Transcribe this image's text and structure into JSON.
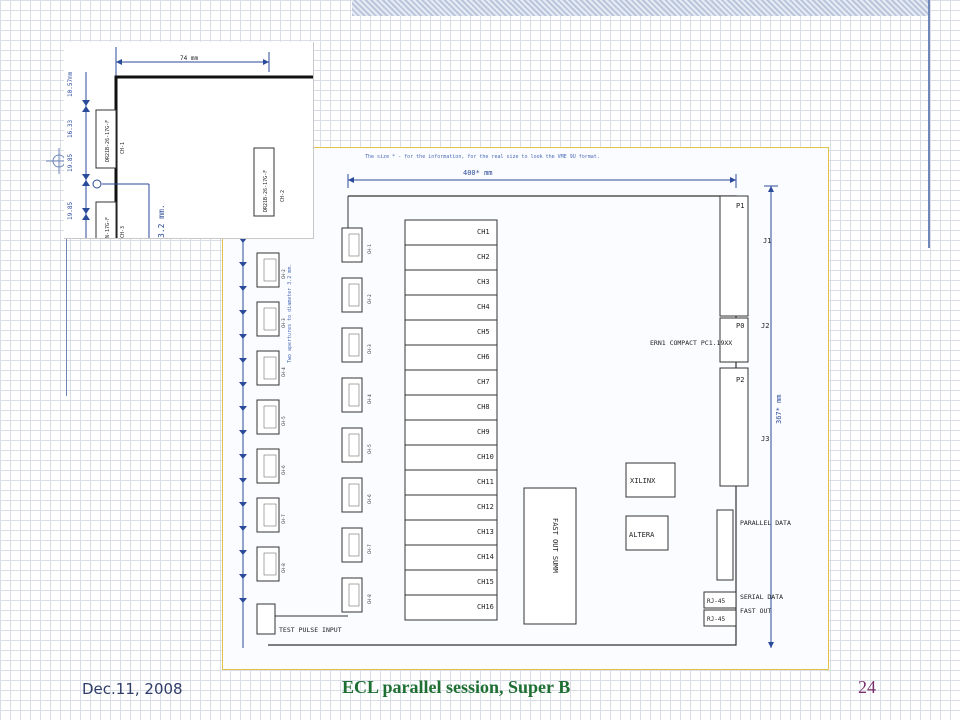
{
  "slide": {
    "footer": {
      "date": "Dec.11, 2008",
      "title": "ECL parallel session, Super B",
      "page_number": "24"
    }
  },
  "board": {
    "note": "The size * - for the information, for the real size to look the VME 9U format.",
    "width_label": "400* mm",
    "height_label": "367* mm",
    "board_name": "ERN1 COMPACT PC1.19XX",
    "channels": [
      "CH1",
      "CH2",
      "CH3",
      "CH4",
      "CH5",
      "CH6",
      "CH7",
      "CH8",
      "CH9",
      "CH10",
      "CH11",
      "CH12",
      "CH13",
      "CH14",
      "CH15",
      "CH16"
    ],
    "fast_out_summ": "FAST OUT SUMM",
    "chips": {
      "xilinx": "XILINX",
      "altera": "ALTERA"
    },
    "connectors": {
      "p1": "P1",
      "p0": "P0",
      "p2": "P2",
      "j1": "J1",
      "j2": "J2",
      "j3": "J3"
    },
    "parallel_data": "PARALLEL DATA",
    "serial_data": "SERIAL DATA",
    "fast_out": "FAST OUT",
    "rj45": [
      "RJ-45",
      "RJ-45"
    ],
    "test_pulse_input": "TEST PULSE INPUT",
    "aperture_note": "Two apertures to diameter 3.2 mm.",
    "left_connector_labels": [
      "CH-2",
      "CH-3",
      "CH-4",
      "CH-5",
      "CH-6",
      "CH-7",
      "CH-8"
    ],
    "row_connector_labels": [
      "CH-1",
      "CH-2",
      "CH-3",
      "CH-4",
      "CH-5",
      "CH-6",
      "CH-7",
      "CH-8"
    ]
  },
  "inset": {
    "width_label": "74 mm",
    "dim_labels": [
      "10.57mm",
      "16.33",
      "19.85",
      "19.85"
    ],
    "connector_label_1": "DR21B-26-17G-F",
    "connector_label_2": "DR21B-26-17G-F",
    "connector_label_3": "N-17G-F",
    "ch_labels": [
      "CH-1",
      "CH-2",
      "CH-3"
    ],
    "diameter_note": "3.2 mm."
  }
}
